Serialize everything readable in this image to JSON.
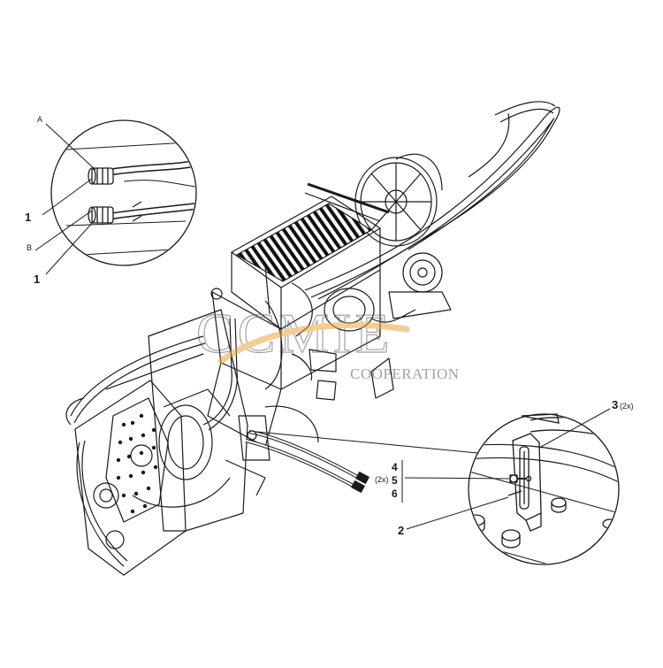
{
  "callouts": {
    "a": "A",
    "b": "B",
    "item1_top": "1",
    "item1_bottom": "1",
    "item2": "2",
    "item3": "3",
    "item3_qty": "(2x)",
    "item4": "4",
    "item5": "5",
    "item6": "6",
    "item456_qty": "(2x)"
  },
  "watermark": {
    "brand": "CCMIE",
    "subtitle": "COOPERATION",
    "color": "#e8a640"
  },
  "colors": {
    "line": "#1a1a1a",
    "background": "#ffffff"
  }
}
